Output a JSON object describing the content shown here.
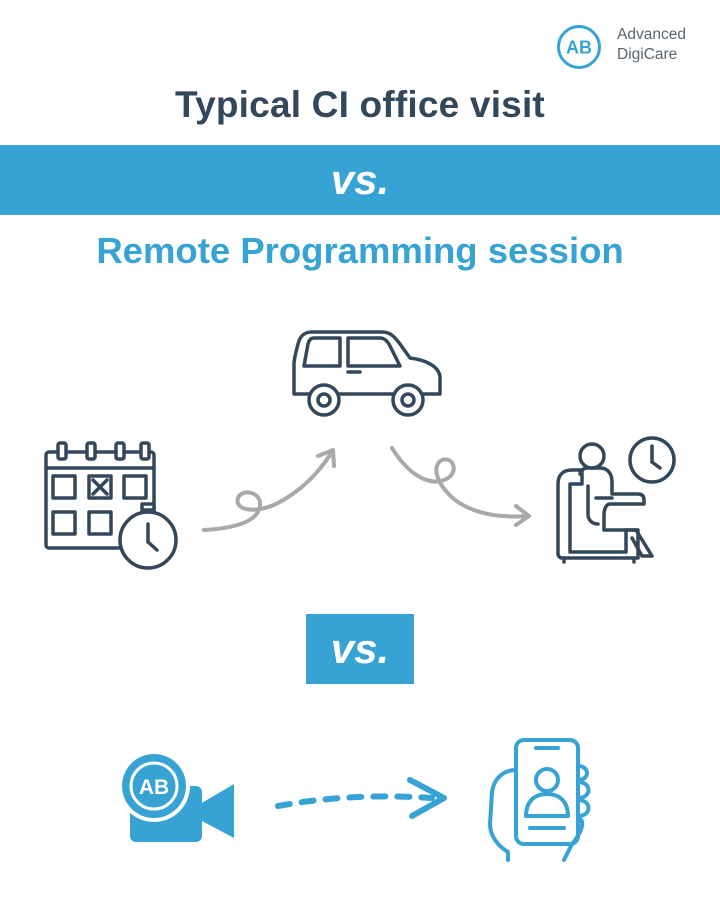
{
  "logo": {
    "mark": "AB",
    "line1": "Advanced",
    "line2": "DigiCare",
    "color": "#37a3d4"
  },
  "heading": {
    "top": "Typical CI office visit",
    "vs_band": "vs.",
    "bottom": "Remote Programming session"
  },
  "in_office_flow": {
    "icons": [
      "calendar-stopwatch-icon",
      "car-icon",
      "waiting-room-chair-clock-icon"
    ],
    "arrow_color": "#a9a9a9",
    "icon_color": "#33475a"
  },
  "vs_box": "vs.",
  "remote_flow": {
    "icons": [
      "video-camera-ab-icon",
      "hand-phone-contact-icon"
    ],
    "camera_mark": "AB",
    "color": "#37a3d4"
  }
}
